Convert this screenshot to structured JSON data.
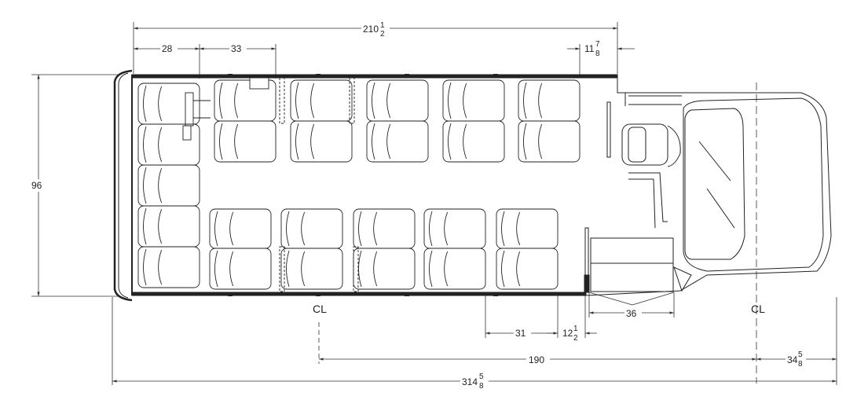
{
  "diagram": {
    "colors": {
      "line": "#222222",
      "dim": "#333333"
    },
    "dimensions": {
      "top_overall": {
        "whole": "210",
        "num": "1",
        "den": "2"
      },
      "rear_seat": "28",
      "seat_pitch": "33",
      "door_clearance": {
        "whole": "11",
        "num": "7",
        "den": "8"
      },
      "width": "96",
      "entry_pitch": "31",
      "entry_gap": {
        "whole": "12",
        "num": "1",
        "den": "2"
      },
      "entrance_width": "36",
      "axle_spacing": "190",
      "front_overhang": {
        "whole": "34",
        "num": "5",
        "den": "8"
      },
      "overall_length": {
        "whole": "314",
        "num": "5",
        "den": "8"
      }
    },
    "centerline_rear": "CL",
    "centerline_front": "CL"
  }
}
